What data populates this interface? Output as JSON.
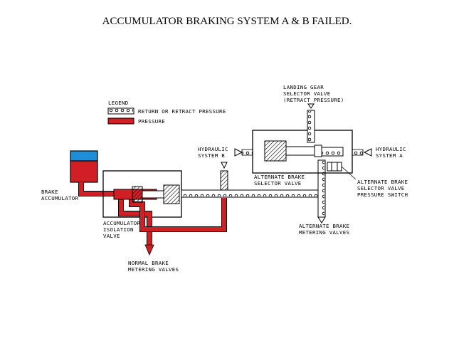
{
  "title": "ACCUMULATOR BRAKING SYSTEM A & B FAILED.",
  "legend": {
    "heading": "LEGEND",
    "return_label": "RETURN OR RETRACT PRESSURE",
    "pressure_label": "PRESSURE"
  },
  "labels": {
    "landing_gear_1": "LANDING GEAR",
    "landing_gear_2": "SELECTOR VALVE",
    "landing_gear_3": "(RETRACT PRESSURE)",
    "hyd_b_1": "HYDRAULIC",
    "hyd_b_2": "SYSTEM B",
    "hyd_a_1": "HYDRAULIC",
    "hyd_a_2": "SYSTEM A",
    "alt_sel_1": "ALTERNATE BRAKE",
    "alt_sel_2": "SELECTOR VALVE",
    "alt_switch_1": "ALTERNATE BRAKE",
    "alt_switch_2": "SELECTOR VALVE",
    "alt_switch_3": "PRESSURE SWITCH",
    "accum_1": "BRAKE",
    "accum_2": "ACCUMULATOR",
    "iso_1": "ACCUMULATOR",
    "iso_2": "ISOLATION",
    "iso_3": "VALVE",
    "alt_meter_1": "ALTERNATE BRAKE",
    "alt_meter_2": "METERING VALVES",
    "normal_1": "NORMAL BRAKE",
    "normal_2": "METERING VALVES"
  },
  "colors": {
    "pressure": "#d21f26",
    "accumulator_top": "#1e8fd6",
    "line": "#000000"
  }
}
